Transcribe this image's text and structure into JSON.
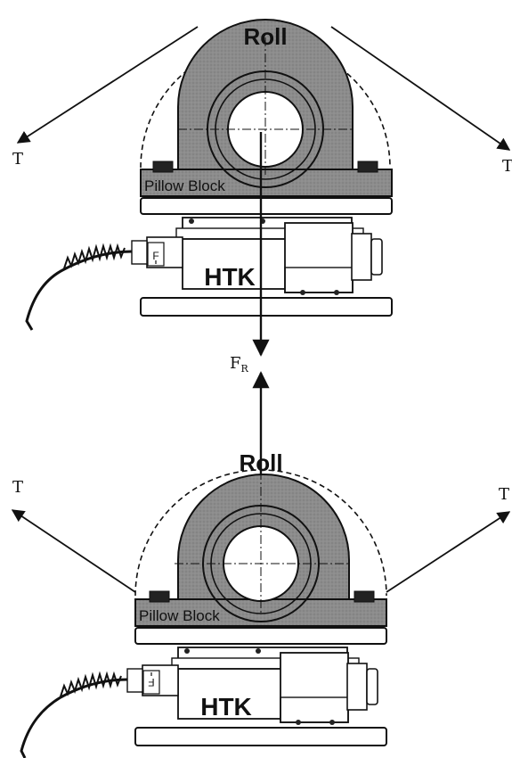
{
  "top_assembly": {
    "roll_label": "Roll",
    "pillow_block_label": "Pillow Block",
    "sensor_label": "HTK",
    "force_label": "F",
    "tension_left": "T",
    "tension_right": "T"
  },
  "resultant": {
    "main": "F",
    "subscript": "R"
  },
  "bottom_assembly": {
    "roll_label": "Roll",
    "pillow_block_label": "Pillow Block",
    "sensor_label": "HTK",
    "force_label": "F",
    "tension_left": "T",
    "tension_right": "T"
  },
  "colors": {
    "block_fill": "#8c8c8c",
    "line": "#111111",
    "background": "#ffffff"
  }
}
